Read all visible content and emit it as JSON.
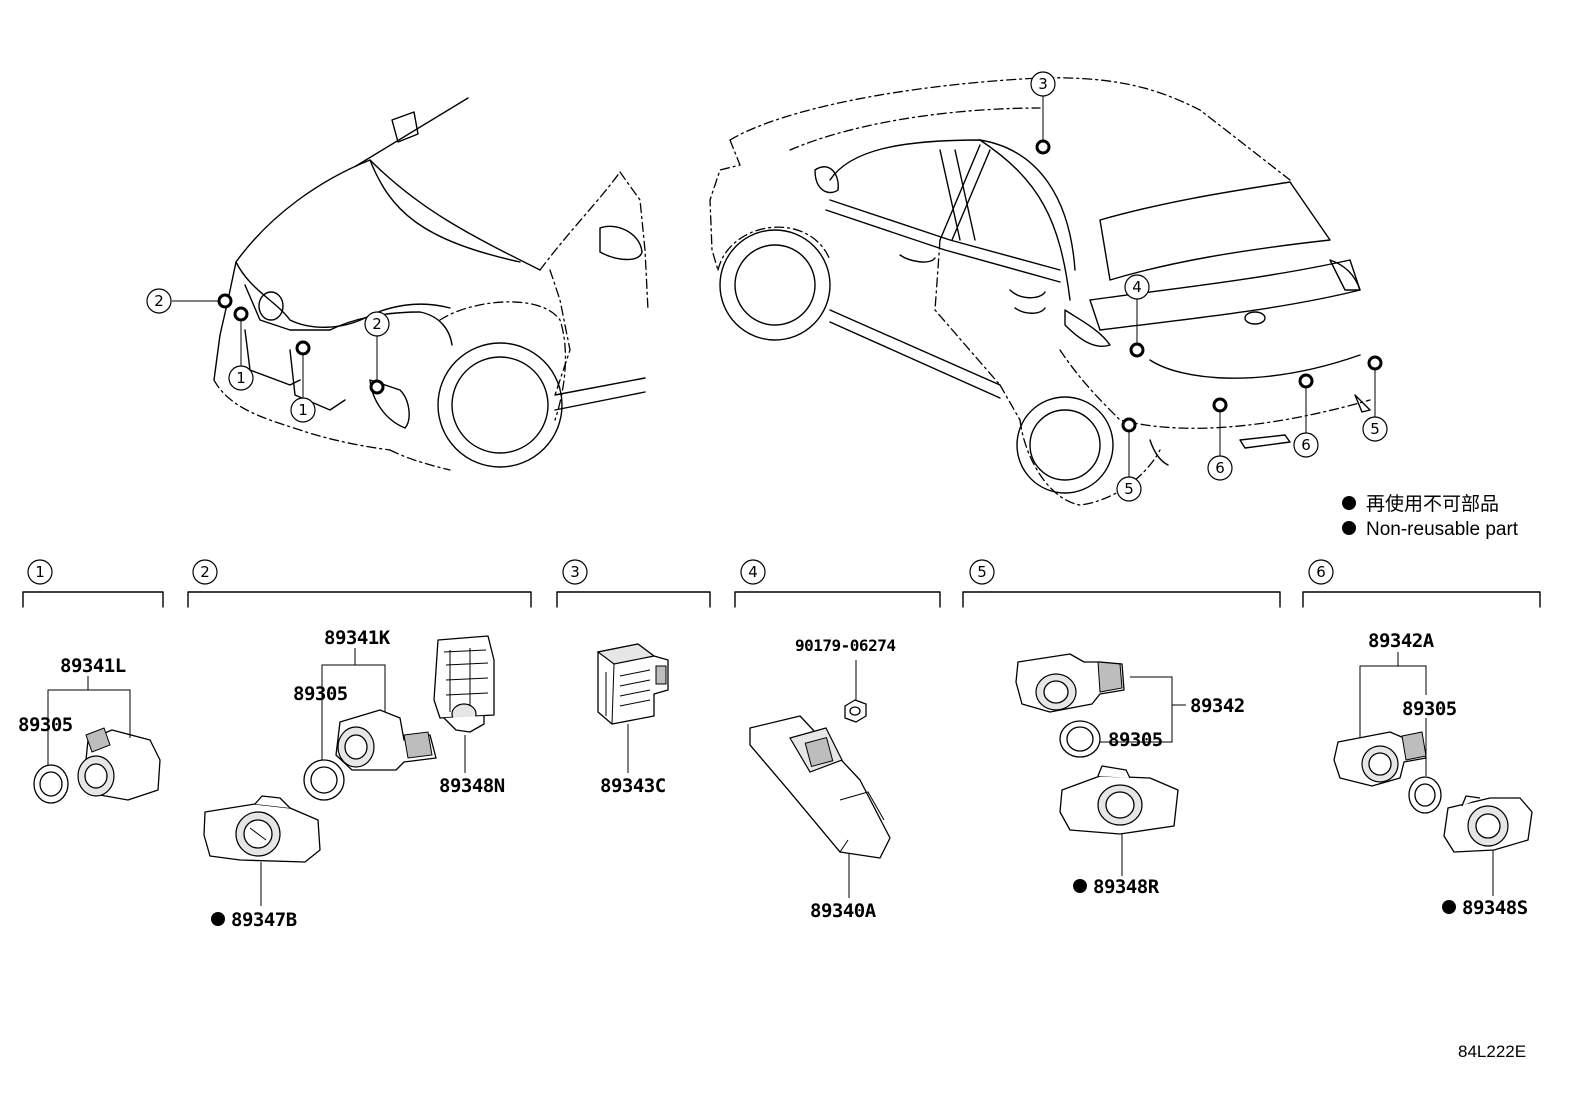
{
  "legend": {
    "japanese": "再使用不可部品",
    "english": "Non-reusable part"
  },
  "diagram_code": "84L222E",
  "front_view_callouts": [
    "2",
    "1",
    "1",
    "2"
  ],
  "rear_view_callouts": [
    "3",
    "4",
    "5",
    "6",
    "6",
    "5"
  ],
  "groups": [
    {
      "number": "1",
      "parts": [
        "89341L",
        "89305"
      ]
    },
    {
      "number": "2",
      "parts": [
        "89341K",
        "89305",
        "89348N",
        "89347B"
      ]
    },
    {
      "number": "3",
      "parts": [
        "89343C"
      ]
    },
    {
      "number": "4",
      "parts": [
        "90179-06274",
        "89340A"
      ]
    },
    {
      "number": "5",
      "parts": [
        "89342",
        "89305",
        "89348R"
      ]
    },
    {
      "number": "6",
      "parts": [
        "89342A",
        "89305",
        "89348S"
      ]
    }
  ]
}
